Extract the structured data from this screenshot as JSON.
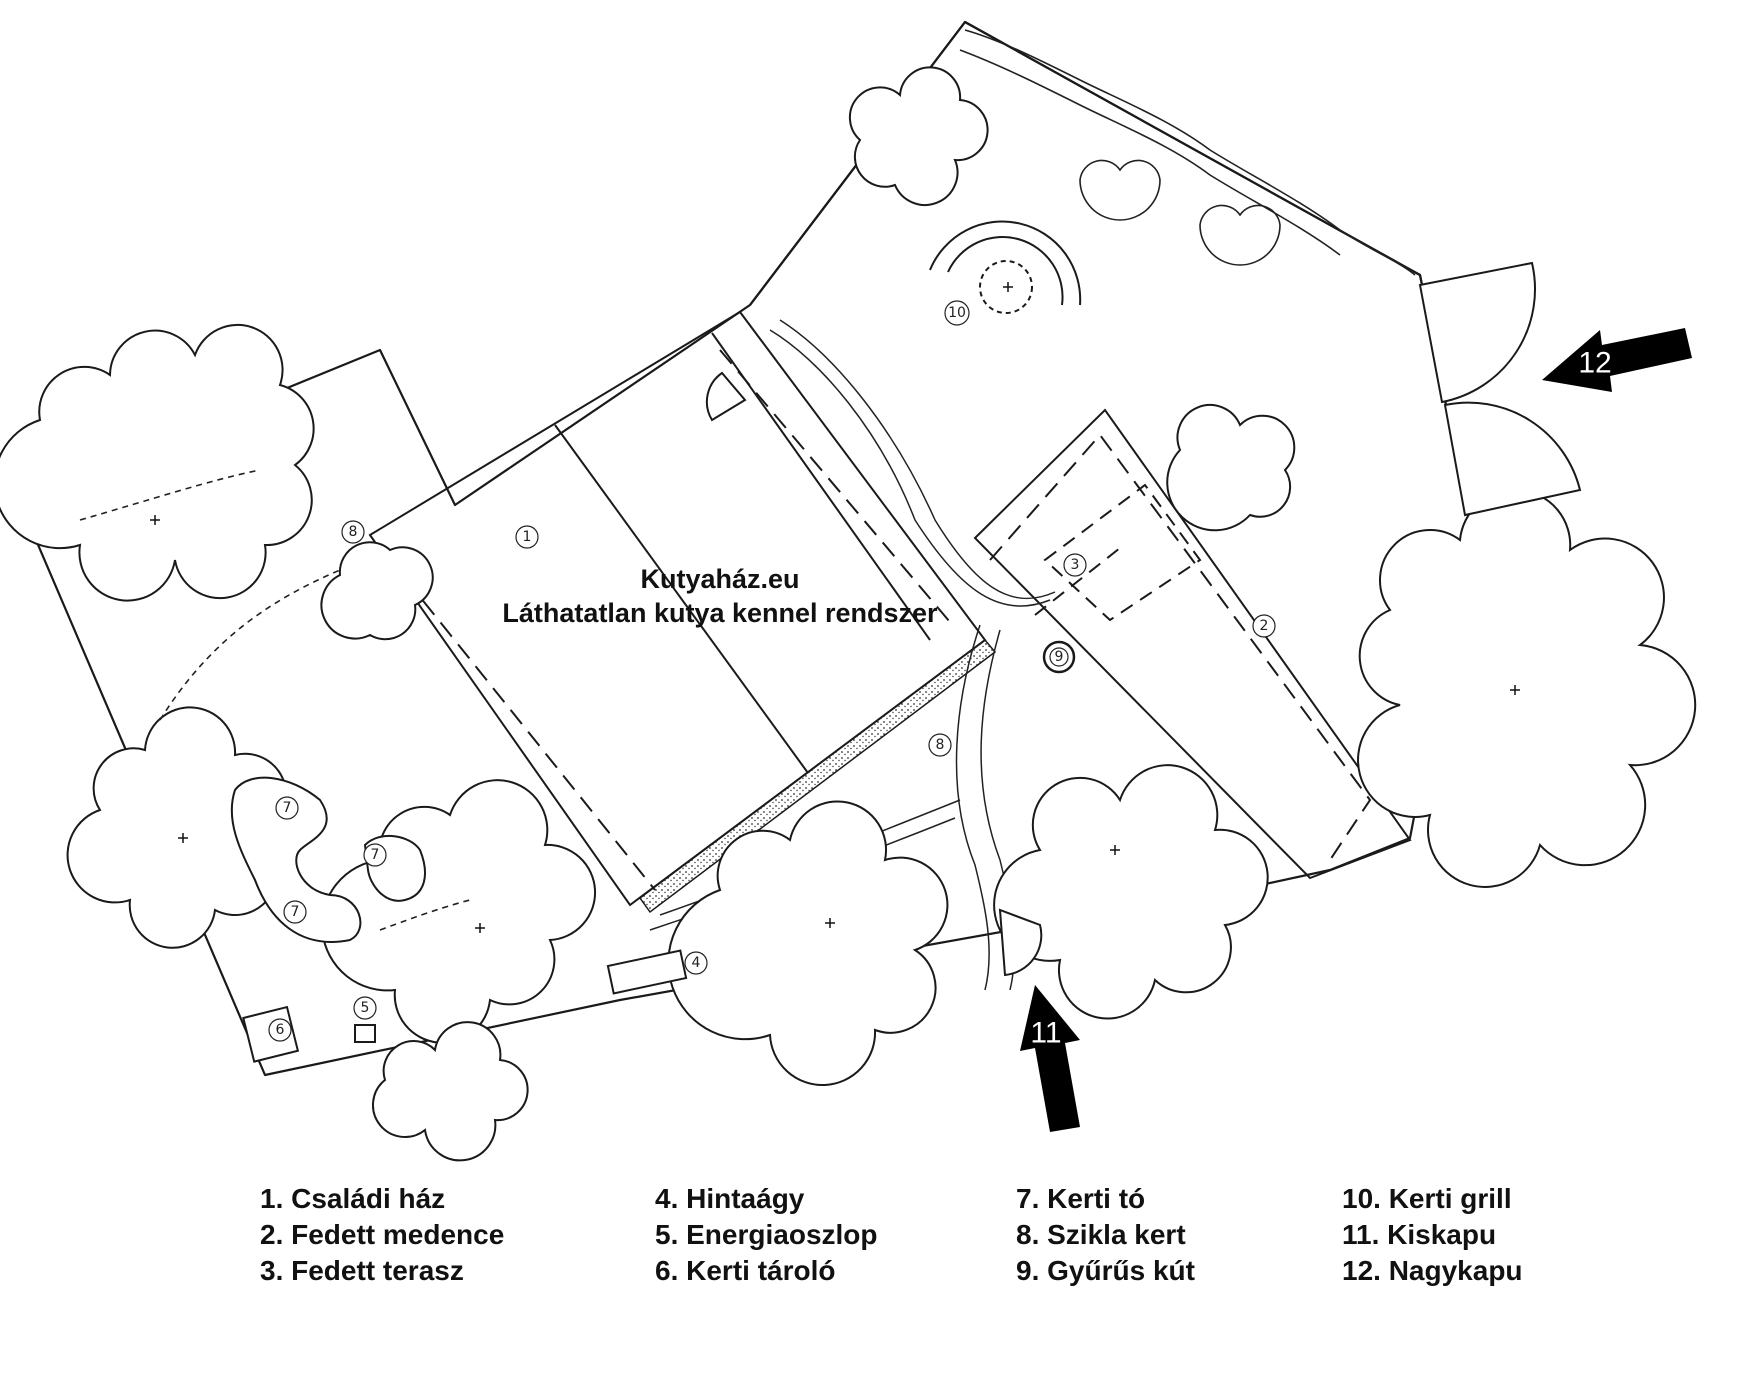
{
  "title": {
    "site": "Kutyaház.eu",
    "subtitle": "Láthatatlan kutya kennel rendszer"
  },
  "markers": {
    "m1": "1",
    "m2": "2",
    "m3": "3",
    "m4": "4",
    "m5": "5",
    "m6": "6",
    "m7a": "7",
    "m7b": "7",
    "m7c": "7",
    "m8a": "8",
    "m8b": "8",
    "m9": "9",
    "m10": "10"
  },
  "arrows": {
    "small_gate": "11",
    "big_gate": "12"
  },
  "legend": {
    "col1": [
      "1. Családi ház",
      "2. Fedett medence",
      "3. Fedett terasz"
    ],
    "col2": [
      "4. Hintaágy",
      "5. Energiaoszlop",
      "6. Kerti tároló"
    ],
    "col3": [
      "7. Kerti tó",
      "8. Szikla kert",
      "9. Gyűrűs kút"
    ],
    "col4": [
      "10. Kerti grill",
      "11. Kiskapu",
      "12. Nagykapu"
    ]
  }
}
